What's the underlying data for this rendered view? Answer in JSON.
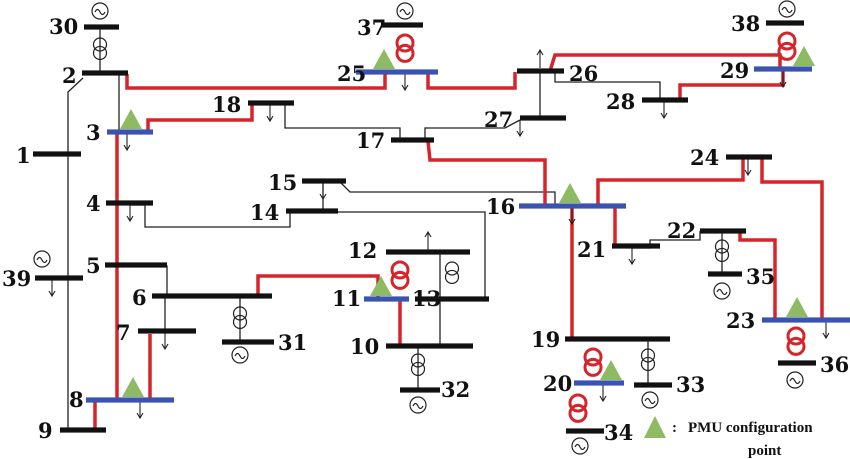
{
  "colors": {
    "bus": "#111111",
    "pmu_bus": "#3a52b0",
    "line": "#222222",
    "pmu_path": "#d6242a",
    "pmu_marker": "#8dba63",
    "transformer_pmu": "#d6242a"
  },
  "buses": [
    {
      "id": "1",
      "label": "1"
    },
    {
      "id": "2",
      "label": "2"
    },
    {
      "id": "3",
      "label": "3"
    },
    {
      "id": "4",
      "label": "4"
    },
    {
      "id": "5",
      "label": "5"
    },
    {
      "id": "6",
      "label": "6"
    },
    {
      "id": "7",
      "label": "7"
    },
    {
      "id": "8",
      "label": "8"
    },
    {
      "id": "9",
      "label": "9"
    },
    {
      "id": "10",
      "label": "10"
    },
    {
      "id": "11",
      "label": "11"
    },
    {
      "id": "12",
      "label": "12"
    },
    {
      "id": "13",
      "label": "13"
    },
    {
      "id": "14",
      "label": "14"
    },
    {
      "id": "15",
      "label": "15"
    },
    {
      "id": "16",
      "label": "16"
    },
    {
      "id": "17",
      "label": "17"
    },
    {
      "id": "18",
      "label": "18"
    },
    {
      "id": "19",
      "label": "19"
    },
    {
      "id": "20",
      "label": "20"
    },
    {
      "id": "21",
      "label": "21"
    },
    {
      "id": "22",
      "label": "22"
    },
    {
      "id": "23",
      "label": "23"
    },
    {
      "id": "24",
      "label": "24"
    },
    {
      "id": "25",
      "label": "25"
    },
    {
      "id": "26",
      "label": "26"
    },
    {
      "id": "27",
      "label": "27"
    },
    {
      "id": "28",
      "label": "28"
    },
    {
      "id": "29",
      "label": "29"
    },
    {
      "id": "30",
      "label": "30"
    },
    {
      "id": "31",
      "label": "31"
    },
    {
      "id": "32",
      "label": "32"
    },
    {
      "id": "33",
      "label": "33"
    },
    {
      "id": "34",
      "label": "34"
    },
    {
      "id": "35",
      "label": "35"
    },
    {
      "id": "36",
      "label": "36"
    },
    {
      "id": "37",
      "label": "37"
    },
    {
      "id": "38",
      "label": "38"
    },
    {
      "id": "39",
      "label": "39"
    }
  ],
  "pmu_buses": [
    "3",
    "8",
    "11",
    "16",
    "20",
    "23",
    "25",
    "29"
  ],
  "legend": {
    "icon": "triangle-marker",
    "separator": ":",
    "line1": "PMU configuration",
    "line2": "point"
  }
}
